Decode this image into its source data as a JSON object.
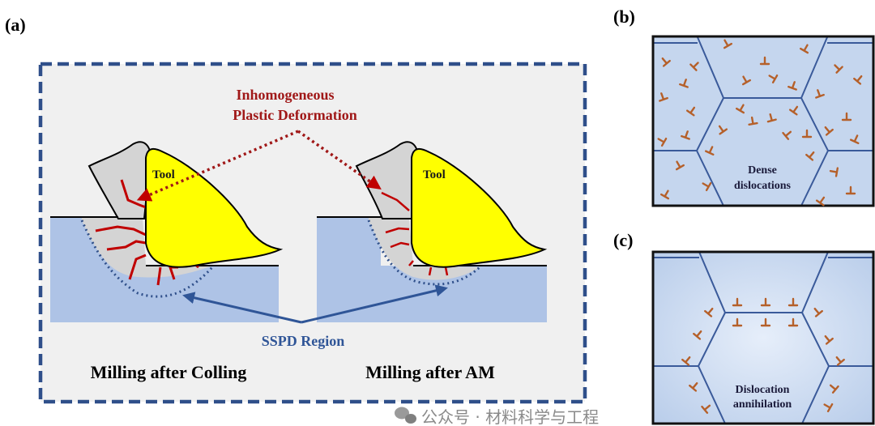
{
  "figure": {
    "panel_a": {
      "label": "(a)",
      "annotation_line1": "Inhomogeneous",
      "annotation_line2": "Plastic Deformation",
      "tool_label_left": "Tool",
      "tool_label_right": "Tool",
      "region_label": "SSPD Region",
      "caption_left": "Milling after Colling",
      "caption_right": "Milling after AM"
    },
    "panel_b": {
      "label": "(b)",
      "text_line1": "Dense",
      "text_line2": "dislocations"
    },
    "panel_c": {
      "label": "(c)",
      "text_line1": "Dislocation",
      "text_line2": "annihilation"
    },
    "watermark": {
      "text": "公众号 · 材料科学与工程",
      "icon": "wechat-icon"
    },
    "colors": {
      "frame_dash": "#2f4f8a",
      "panel_bg": "#f0f0f0",
      "substrate": "#aec3e6",
      "chip": "#d4d4d4",
      "tool": "#ffff00",
      "deformation_red": "#c00000",
      "annotation_red": "#a01818",
      "sspd_blue": "#2f5597",
      "grain_fill": "#c5d6ee",
      "grain_boundary": "#3a5a9a",
      "dislocation": "#b5602a"
    }
  }
}
